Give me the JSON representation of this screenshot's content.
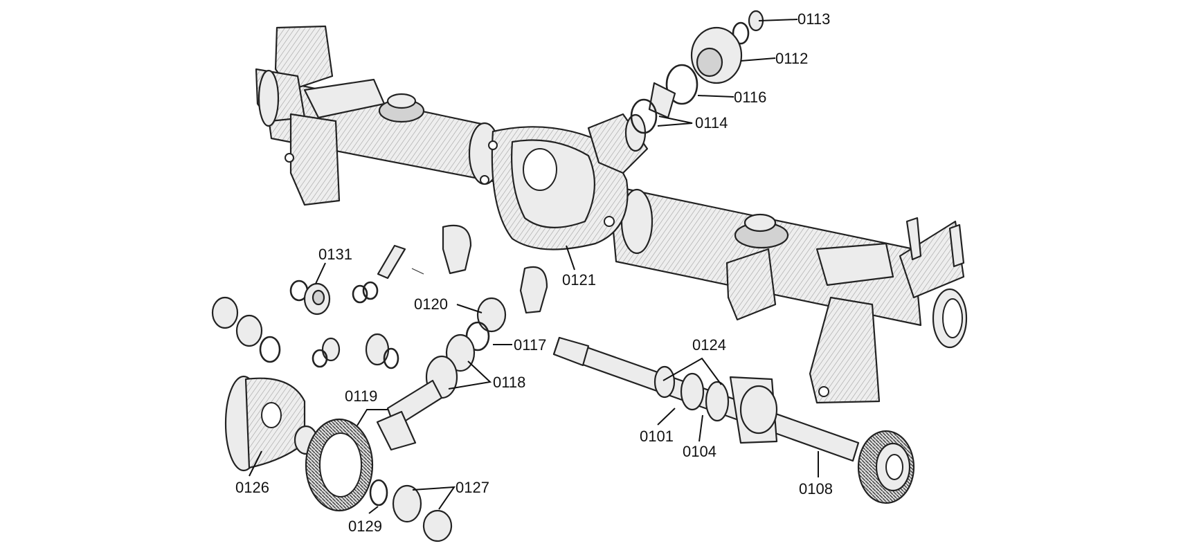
{
  "diagram": {
    "part_numbers": {
      "p0101": "0101",
      "p0104": "0104",
      "p0108": "0108",
      "p0112": "0112",
      "p0113": "0113",
      "p0114": "0114",
      "p0116": "0116",
      "p0117": "0117",
      "p0118": "0118",
      "p0119": "0119",
      "p0120": "0120",
      "p0121": "0121",
      "p0124": "0124",
      "p0126": "0126",
      "p0127": "0127",
      "p0129": "0129",
      "p0131": "0131"
    }
  }
}
